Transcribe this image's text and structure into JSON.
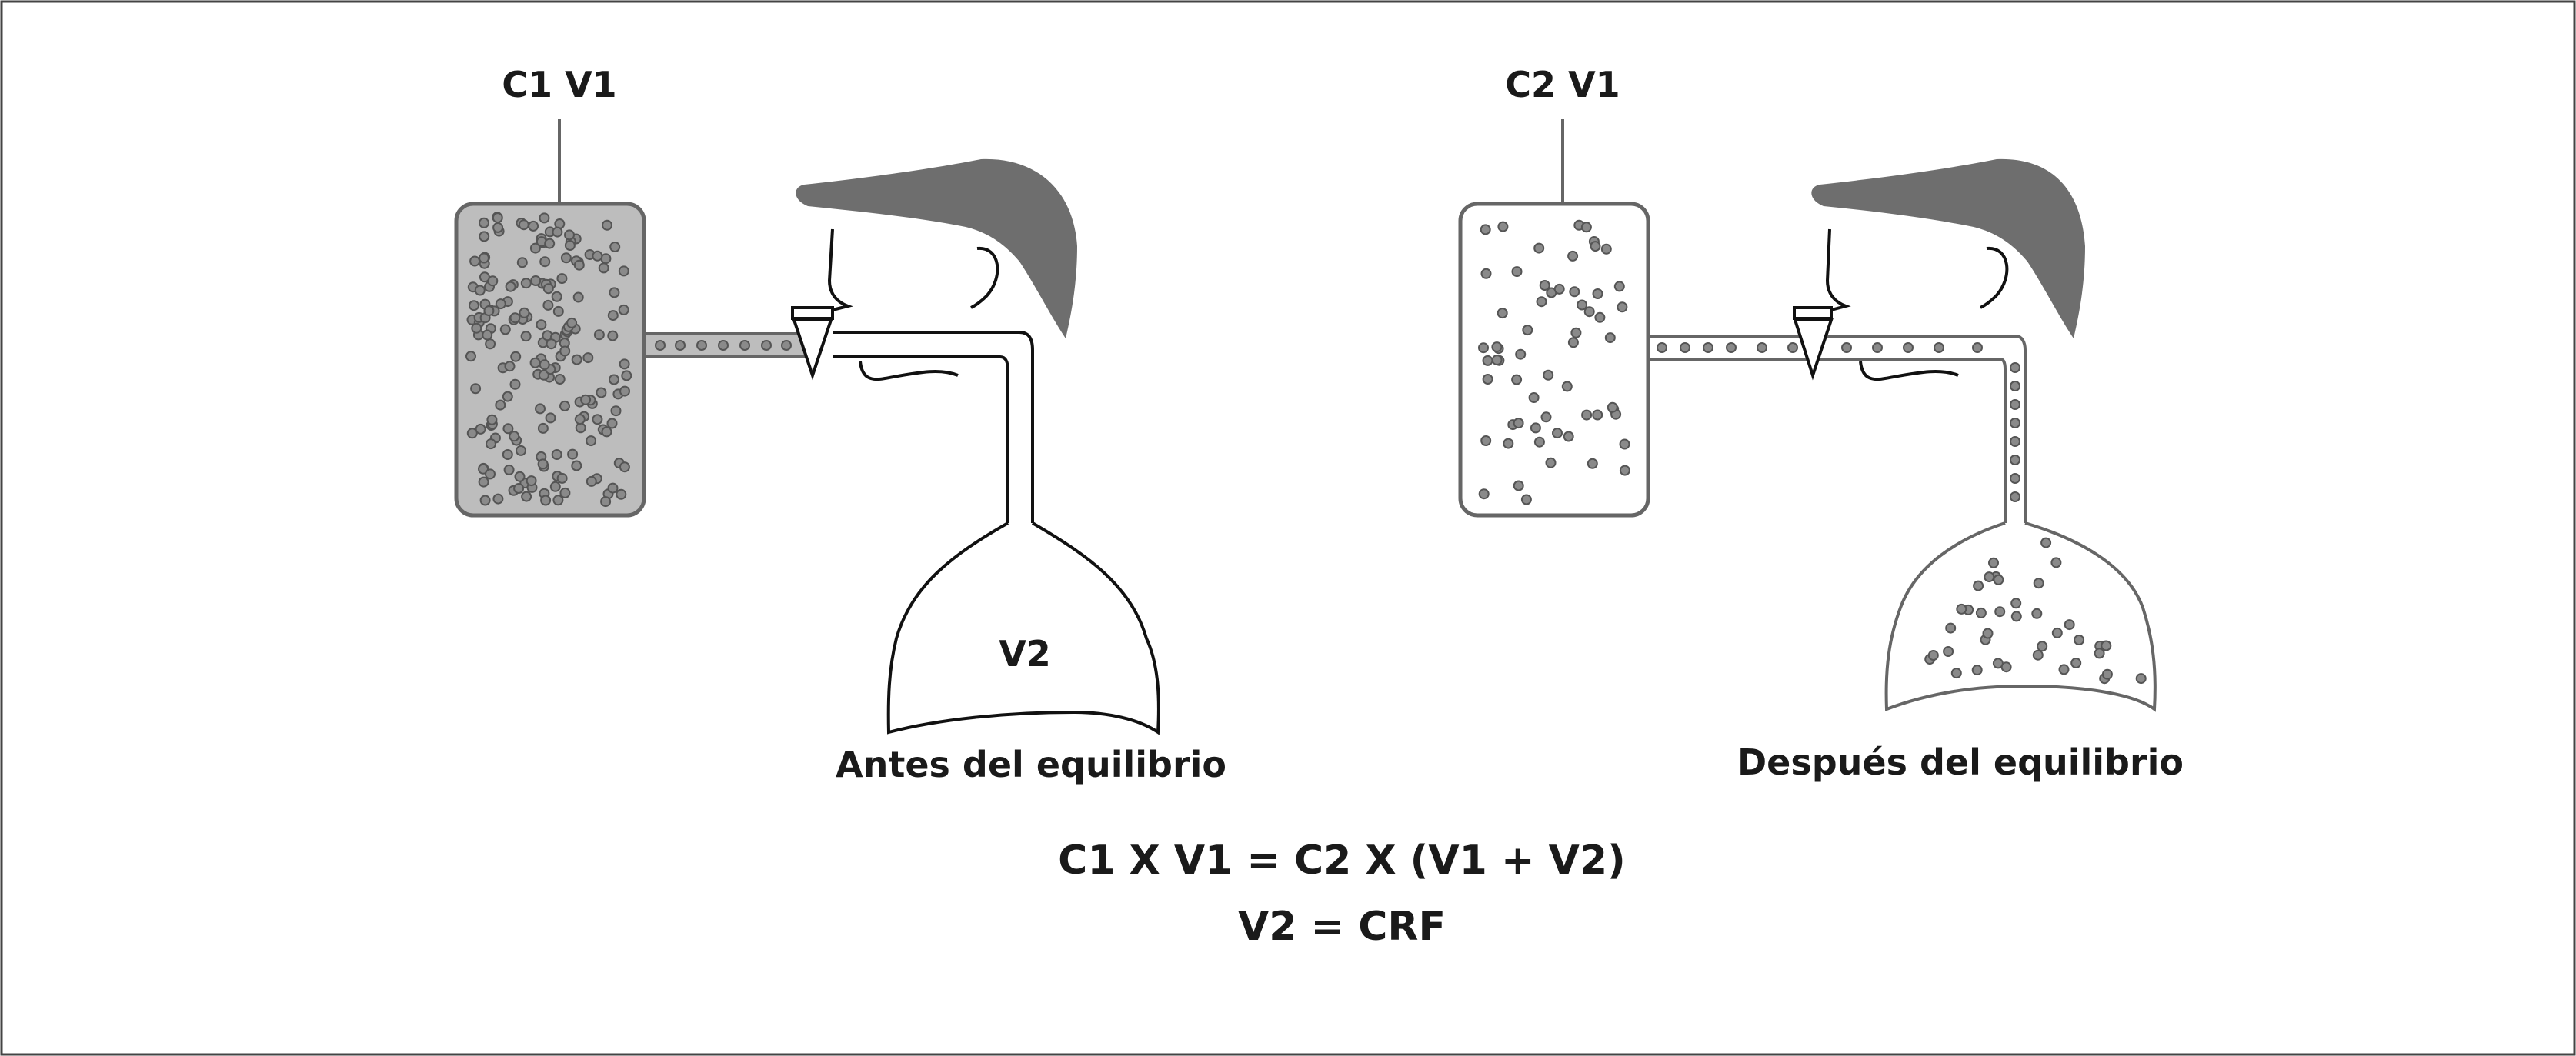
{
  "left_panel": {
    "container_label": "C1 V1",
    "lung_label": "V2",
    "caption": "Antes del equilibrio"
  },
  "right_panel": {
    "container_label": "C2 V1",
    "caption": "Después del equilibrio"
  },
  "equations": {
    "line1": "C1 X V1 = C2 X (V1 + V2)",
    "line2": "V2 = CRF"
  },
  "colors": {
    "frame": "#444444",
    "stroke": "#666666",
    "dark_stroke": "#111111",
    "fill_full": "#bdbdbd",
    "hair": "#707070",
    "particle": "#8a8a8a"
  }
}
